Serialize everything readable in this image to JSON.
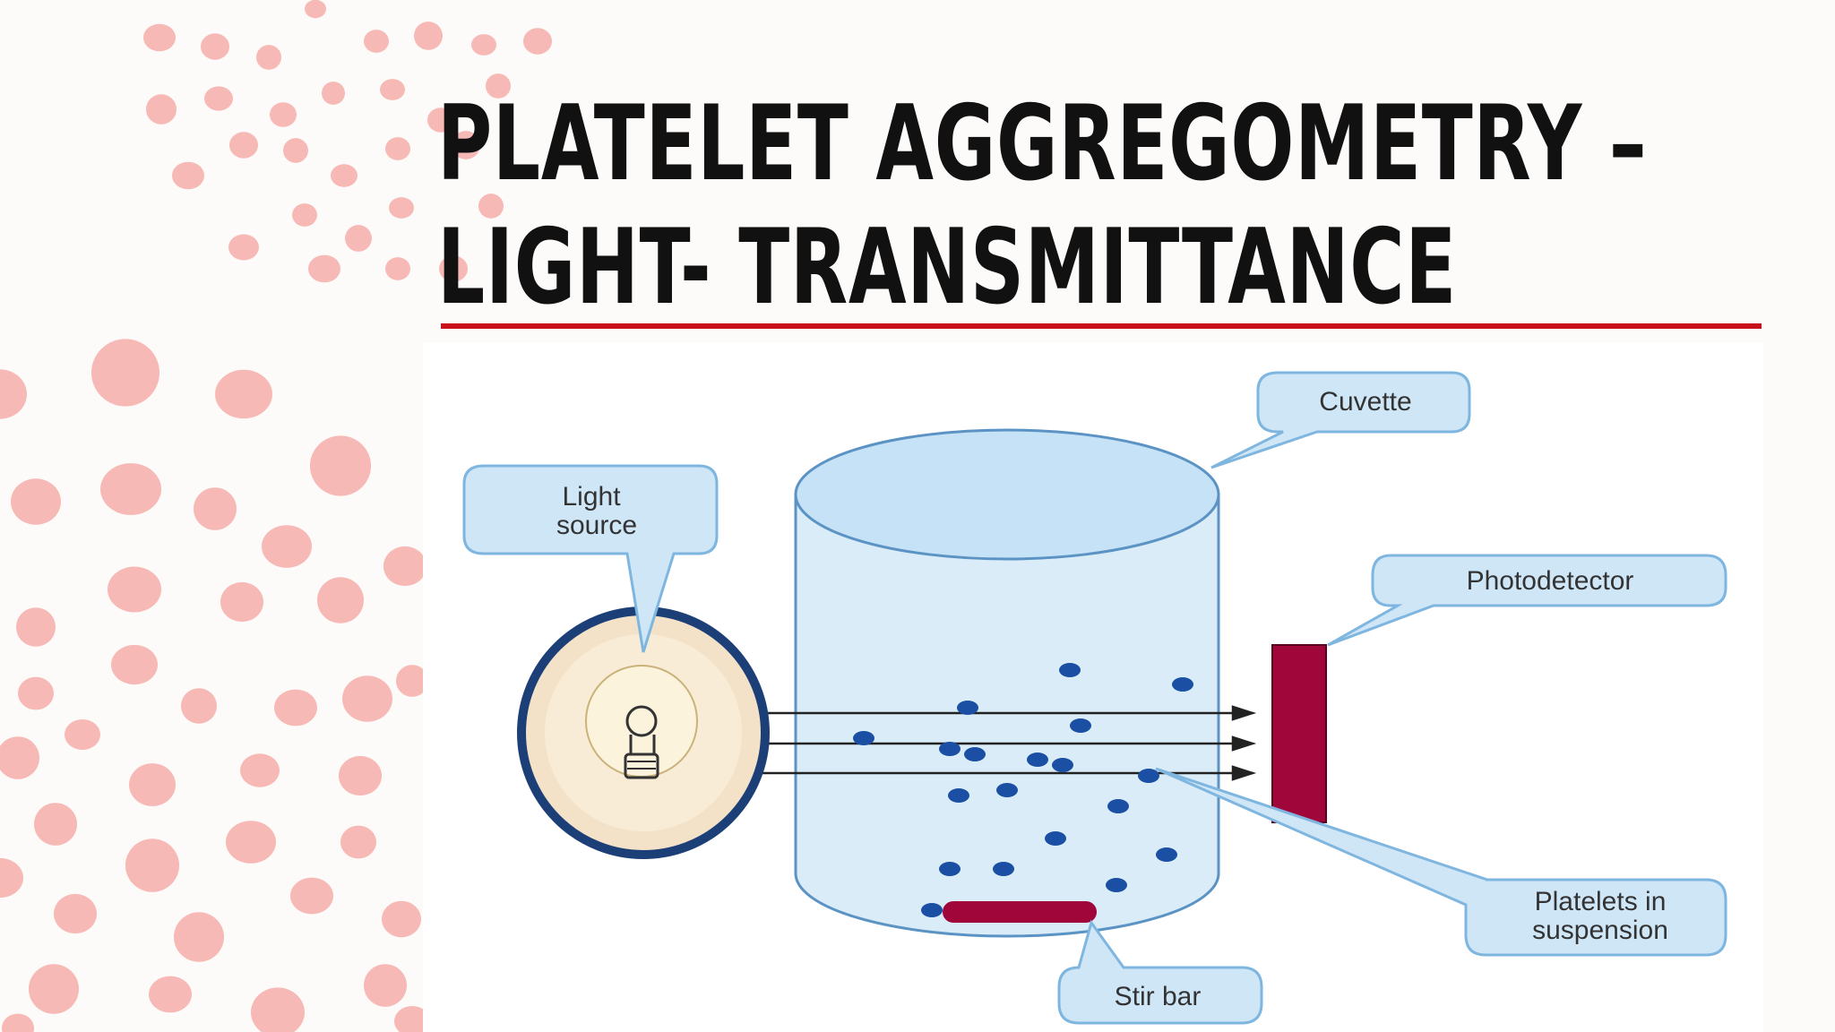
{
  "slide": {
    "title_line1": "PLATELET AGGREGOMETRY –",
    "title_line2": "LIGHT- TRANSMITTANCE"
  },
  "diagram": {
    "labels": {
      "cuvette": "Cuvette",
      "light_source_line1": "Light",
      "light_source_line2": "source",
      "photodetector": "Photodetector",
      "platelets_line1": "Platelets in",
      "platelets_line2": "suspension",
      "stir_bar": "Stir bar"
    }
  },
  "colors": {
    "accent_rule": "#c8101a",
    "decor_dots": "#f7b9b5",
    "callout_fill": "#cfe6f7",
    "callout_stroke": "#7fb6e0",
    "cuvette_fill": "#d9ecf8",
    "platelet": "#1a4fa3",
    "detector": "#a0063a"
  }
}
